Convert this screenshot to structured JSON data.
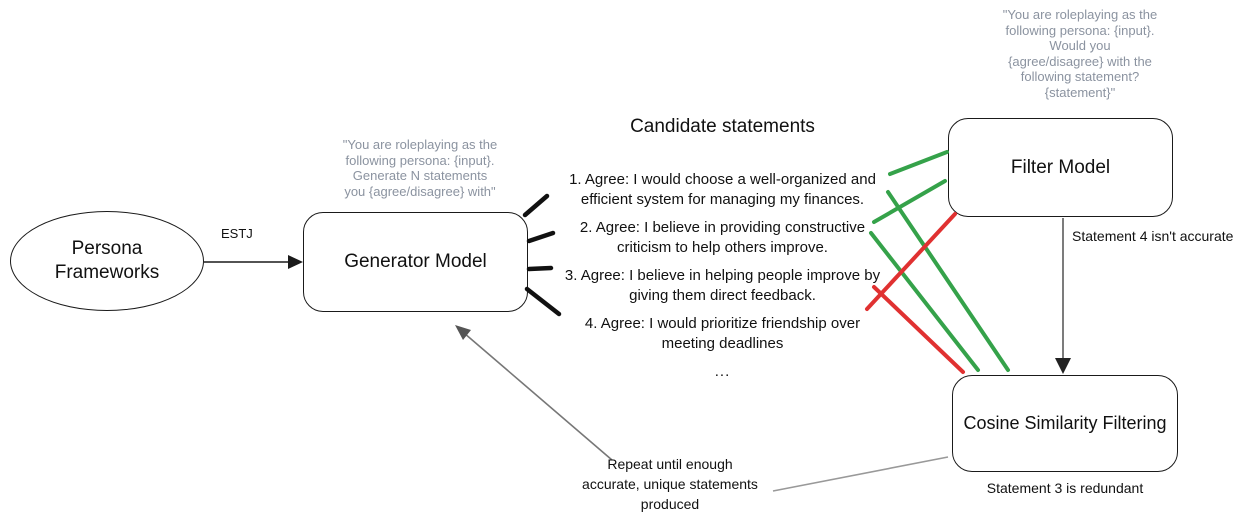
{
  "colors": {
    "accept_green": "#35a24a",
    "reject_red": "#e03131",
    "prompt_gray": "#8b93a0",
    "connector_gray": "#888888"
  },
  "persona": {
    "label": "Persona\nFrameworks"
  },
  "estj_label": "ESTJ",
  "generator": {
    "prompt": "\"You are roleplaying as the\nfollowing persona: {input}.\nGenerate N statements\nyou {agree/disagree} with\"",
    "label": "Generator Model"
  },
  "candidates": {
    "title": "Candidate statements",
    "items": [
      {
        "text": "1. Agree: I would choose a well-organized and\nefficient system for managing my finances."
      },
      {
        "text": "2. Agree: I believe in providing constructive\ncriticism to help others improve."
      },
      {
        "text": "3. Agree: I believe in helping people improve by\ngiving them direct feedback."
      },
      {
        "text": "4. Agree: I would prioritize friendship over\nmeeting deadlines"
      }
    ],
    "ellipsis": "..."
  },
  "filter": {
    "prompt": "\"You are roleplaying as the\nfollowing persona: {input}.\nWould you\n{agree/disagree} with the\nfollowing statement?\n{statement}\"",
    "label": "Filter Model",
    "annotation": "Statement 4 isn't accurate"
  },
  "cosine": {
    "label": "Cosine Similarity Filtering",
    "annotation": "Statement 3 is redundant"
  },
  "repeat_note": "Repeat until enough\naccurate, unique statements\nproduced"
}
